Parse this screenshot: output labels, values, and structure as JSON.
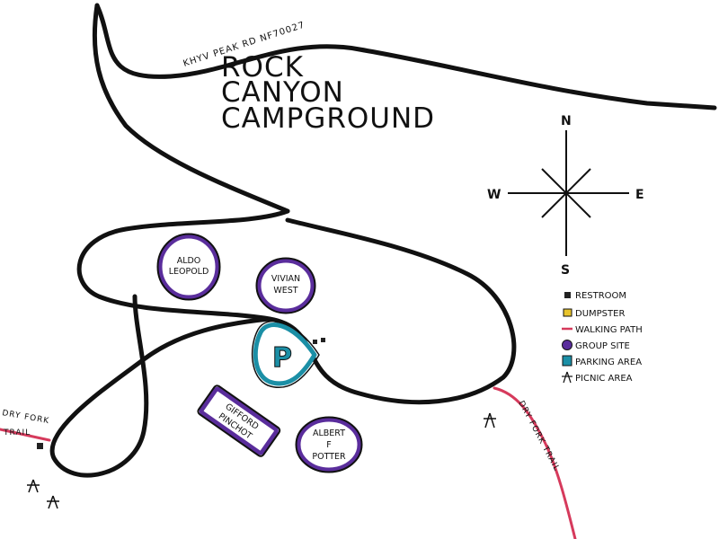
{
  "map": {
    "title_lines": [
      "ROCK",
      "CANYON",
      "CAMPGROUND"
    ],
    "road_label": "KHYV PEAK RD   NF70027",
    "compass": {
      "north": "N",
      "south": "S",
      "east": "E",
      "west": "W"
    },
    "group_sites": [
      {
        "id": "aldo-leopold",
        "lines": [
          "ALDO",
          "LEOPOLD"
        ]
      },
      {
        "id": "vivian-west",
        "lines": [
          "VIVIAN",
          "WEST"
        ]
      },
      {
        "id": "gifford-pinchot",
        "lines": [
          "GIFFORD",
          "PINCHOT"
        ]
      },
      {
        "id": "albert-f-potter",
        "lines": [
          "ALBERT",
          "F",
          "POTTER"
        ]
      }
    ],
    "parking_label": "P",
    "trails": [
      {
        "id": "dry-fork-trail-west",
        "lines": [
          "DRY FORK",
          "TRAIL"
        ]
      },
      {
        "id": "dry-fork-trail-east",
        "lines": [
          "DRY FORK TRAIL"
        ]
      }
    ],
    "legend": [
      {
        "id": "restroom",
        "label": "RESTROOM",
        "symbol": "small dark square",
        "color": "#222222"
      },
      {
        "id": "dumpster",
        "label": "DUMPSTER",
        "symbol": "yellow square",
        "color": "#e8c42c"
      },
      {
        "id": "walking-path",
        "label": "WALKING PATH",
        "symbol": "red line",
        "color": "#d63a5c"
      },
      {
        "id": "group-site",
        "label": "GROUP SITE",
        "symbol": "purple circle",
        "color": "#5a2d9c"
      },
      {
        "id": "parking-area",
        "label": "PARKING AREA",
        "symbol": "teal P",
        "color": "#1b8fa6"
      },
      {
        "id": "picnic-area",
        "label": "PICNIC AREA",
        "symbol": "picnic table glyph",
        "color": "#111111"
      }
    ]
  }
}
